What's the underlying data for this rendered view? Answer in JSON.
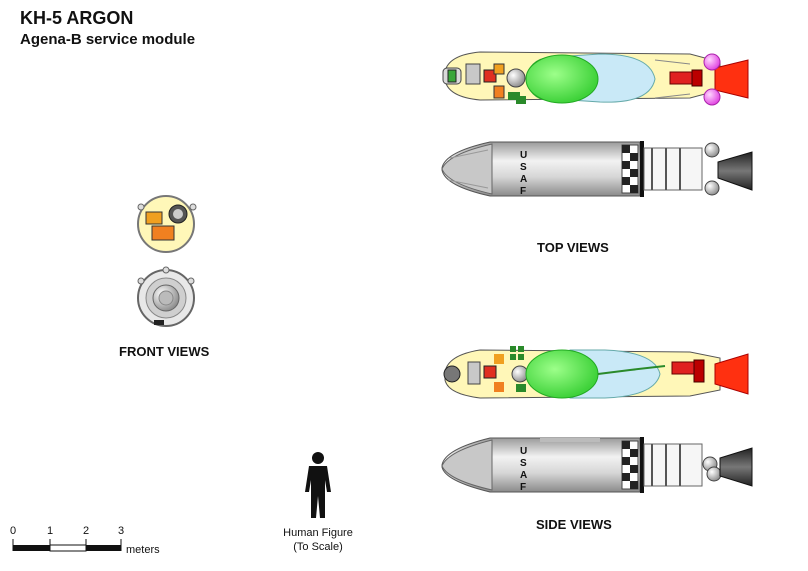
{
  "header": {
    "title": "KH-5 ARGON",
    "subtitle": "Agena-B service module"
  },
  "captions": {
    "front_views": "FRONT VIEWS",
    "top_views": "TOP VIEWS",
    "side_views": "SIDE VIEWS"
  },
  "human_figure": {
    "line1": "Human Figure",
    "line2": "(To Scale)"
  },
  "scale_bar": {
    "ticks": [
      "0",
      "1",
      "2",
      "3"
    ],
    "unit": "meters"
  },
  "body_markings": {
    "letters": [
      "U",
      "S",
      "A",
      "F"
    ]
  }
}
